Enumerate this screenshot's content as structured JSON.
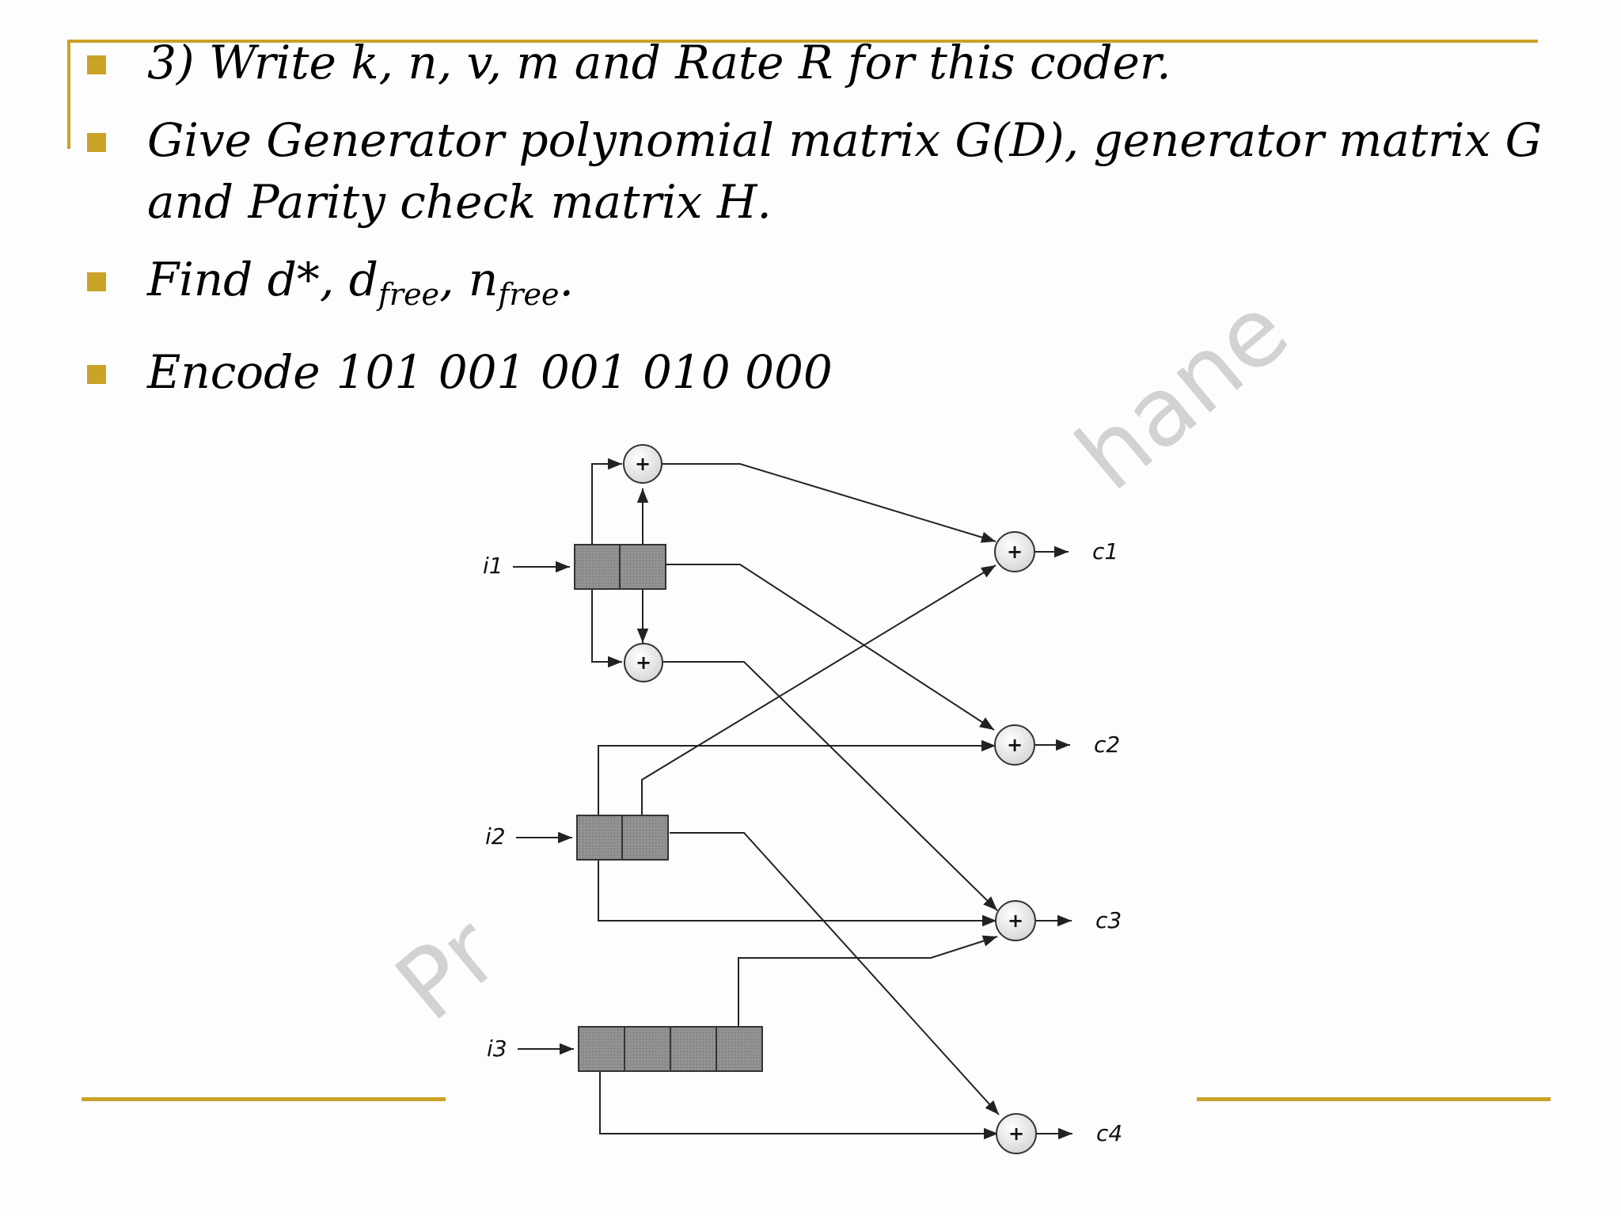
{
  "slide": {
    "accent_color": "#c9a227",
    "bullets": [
      {
        "text": "3) Write k, n, v, m and Rate R for this coder."
      },
      {
        "line1": "Give Generator polynomial matrix G(D), generator matrix G",
        "line2": "and  Parity check matrix H."
      },
      {
        "prefix": "Find d*, d",
        "sub1": "free",
        "mid": ", n",
        "sub2": "free",
        "suffix": "."
      },
      {
        "prefix": "Encode",
        "code": "101  001  001  010  000"
      }
    ],
    "watermark": {
      "left": "Pr",
      "right": "hane"
    }
  },
  "diagram": {
    "inputs": [
      "i1",
      "i2",
      "i3"
    ],
    "outputs": [
      "c1",
      "c2",
      "c3",
      "c4"
    ],
    "adder_symbol": "+",
    "shift_register_color": "#8f8f8f"
  }
}
